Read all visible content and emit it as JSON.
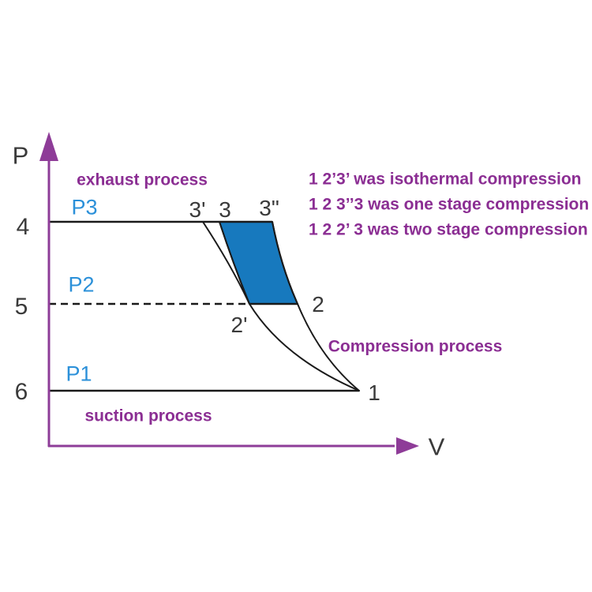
{
  "axis": {
    "y_label": "P",
    "x_label": "V"
  },
  "y_ticks": [
    "4",
    "5",
    "6"
  ],
  "pressure_labels": [
    "P3",
    "P2",
    "P1"
  ],
  "point_labels": {
    "point_3_prime": "3'",
    "point_3": "3",
    "point_3_double_prime": "3\"",
    "point_2": "2",
    "point_2_prime": "2'",
    "point_1": "1"
  },
  "process_labels": {
    "exhaust": "exhaust process",
    "suction": "suction process",
    "compression": "Compression process"
  },
  "legend": [
    "1 2’3’ was isothermal compression",
    "1 2 3’’3 was one stage compression",
    "1 2 2’ 3 was two stage compression"
  ],
  "colors": {
    "purple_text": "#8b2e93",
    "purple_axis": "#8e3c98",
    "blue_label": "#2b90d9",
    "blue_fill": "#1779be",
    "curve_line": "#1a1a1a"
  }
}
